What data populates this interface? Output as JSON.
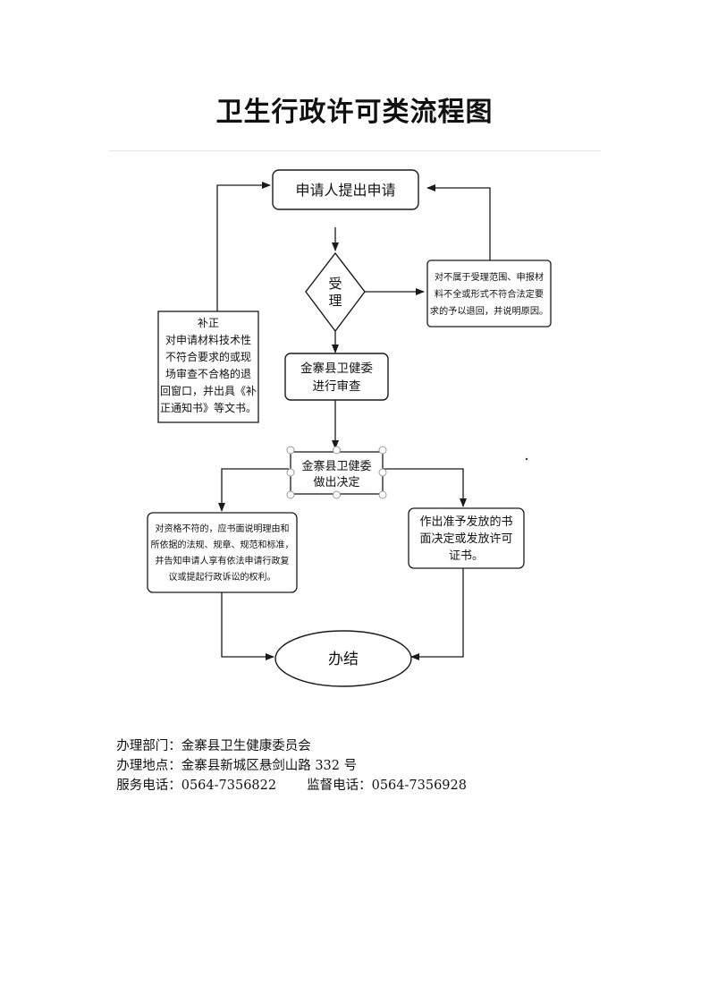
{
  "title": "卫生行政许可类流程图",
  "nodes": {
    "apply": "申请人提出申请",
    "accept": [
      "受",
      "理"
    ],
    "reject": [
      "对不属于受理范围、申报材",
      "料不全或形式不符合法定要",
      "求的予以退回，并说明原因。"
    ],
    "correction": [
      "补正",
      "对申请材料技术性",
      "不符合要求的或现",
      "场审查不合格的退",
      "回窗口，并出具《补",
      "正通知书》等文书。"
    ],
    "review": [
      "金寨县卫健委",
      "进行审查"
    ],
    "decision": [
      "金寨县卫健委",
      "做出决定"
    ],
    "deny": [
      "对资格不符的，应书面说明理由和",
      "所依据的法规、规章、规范和标准，",
      "并告知申请人享有依法申请行政复",
      "议或提起行政诉讼的权利。"
    ],
    "grant": [
      "作出准予发放的书",
      "面决定或发放许可",
      "证书。"
    ],
    "done": "办结"
  },
  "footer": {
    "dept_label": "办理部门：",
    "dept_value": "金寨县卫生健康委员会",
    "addr_label": "办理地点：",
    "addr_value": "金寨县新城区悬剑山路 332 号",
    "service_label": "服务电话：",
    "service_value": "0564-7356822",
    "supervise_label": "监督电话：",
    "supervise_value": "0564-7356928"
  },
  "colors": {
    "line": "#1a1a1a",
    "text": "#111111",
    "handle": "#9a9a9a"
  }
}
